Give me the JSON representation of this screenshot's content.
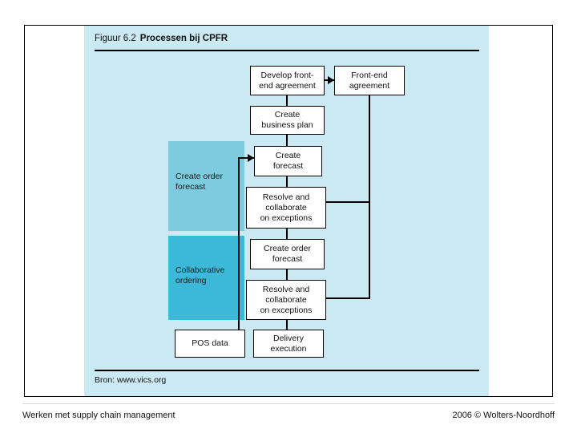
{
  "figure": {
    "number": "Figuur 6.2",
    "title": "Processen bij CPFR",
    "source": "Bron: www.vics.org"
  },
  "colors": {
    "panel_background": "#cbe9f2",
    "band_light": "#7ccbdf",
    "band_dark": "#3cb9d8",
    "box_fill": "#ffffff",
    "line": "#000000",
    "page_background": "#ffffff"
  },
  "bands": [
    {
      "id": "create-order-forecast",
      "label": "Create order\nforecast",
      "color": "#7ccbdf"
    },
    {
      "id": "collaborative-ordering",
      "label": "Collaborative\nordering",
      "color": "#3cb9d8"
    }
  ],
  "boxes": [
    {
      "id": "develop-front-end-agreement",
      "label": "Develop front-\nend agreement"
    },
    {
      "id": "front-end-agreement",
      "label": "Front-end\nagreement"
    },
    {
      "id": "create-business-plan",
      "label": "Create\nbusiness plan"
    },
    {
      "id": "create-forecast",
      "label": "Create\nforecast"
    },
    {
      "id": "resolve-collaborate-exceptions-1",
      "label": "Resolve and\ncollaborate\non exceptions"
    },
    {
      "id": "create-order-forecast",
      "label": "Create order\nforecast"
    },
    {
      "id": "resolve-collaborate-exceptions-2",
      "label": "Resolve and\ncollaborate\non exceptions"
    },
    {
      "id": "pos-data",
      "label": "POS data"
    },
    {
      "id": "delivery-execution",
      "label": "Delivery\nexecution"
    }
  ],
  "footer": {
    "left": "Werken met supply chain management",
    "right": "2006 © Wolters-Noordhoff"
  }
}
